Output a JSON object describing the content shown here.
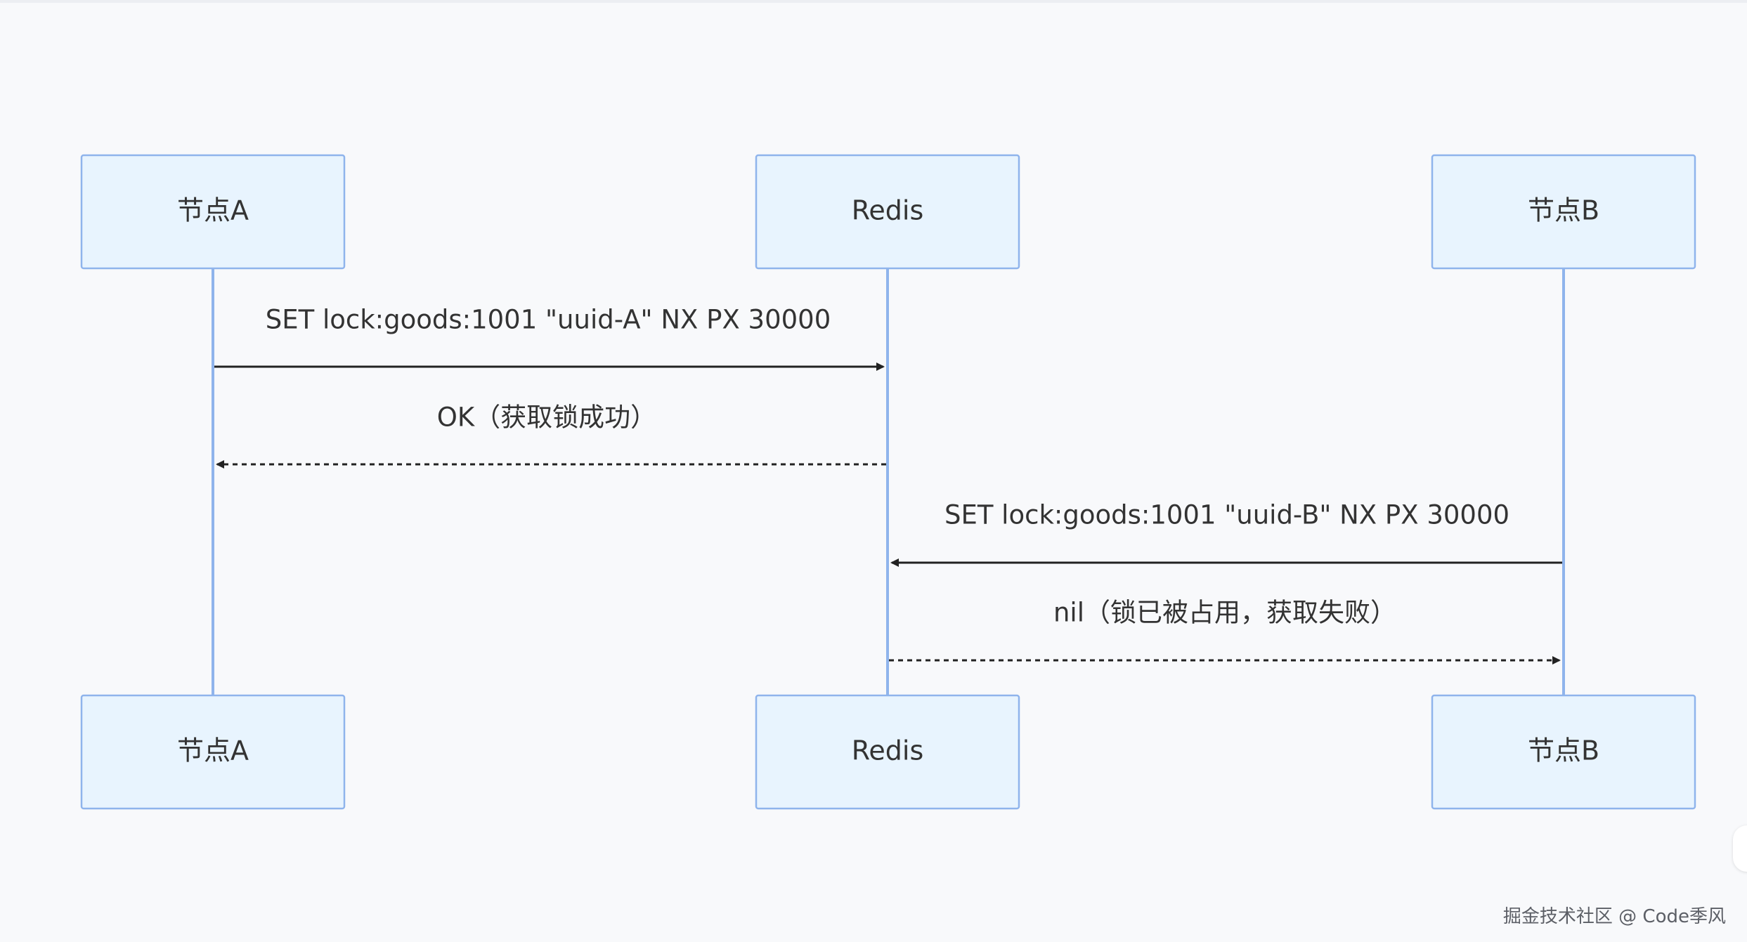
{
  "diagram": {
    "type": "sequence",
    "participants": [
      {
        "id": "A",
        "label": "节点A"
      },
      {
        "id": "R",
        "label": "Redis"
      },
      {
        "id": "B",
        "label": "节点B"
      }
    ],
    "messages": [
      {
        "from": "A",
        "to": "R",
        "style": "solid",
        "label": "SET lock:goods:1001 \"uuid-A\" NX PX 30000"
      },
      {
        "from": "R",
        "to": "A",
        "style": "dashed",
        "label": "OK（获取锁成功）"
      },
      {
        "from": "B",
        "to": "R",
        "style": "solid",
        "label": "SET lock:goods:1001 \"uuid-B\" NX PX 30000"
      },
      {
        "from": "R",
        "to": "B",
        "style": "dashed",
        "label": "nil（锁已被占用，获取失败）"
      }
    ],
    "colors": {
      "box_fill": "#e8f4fe",
      "box_stroke": "#8fb4ec",
      "lifeline": "#8fb4ec",
      "arrow": "#222222",
      "text": "#333333"
    }
  },
  "watermark": "掘金技术社区 @ Code季风"
}
